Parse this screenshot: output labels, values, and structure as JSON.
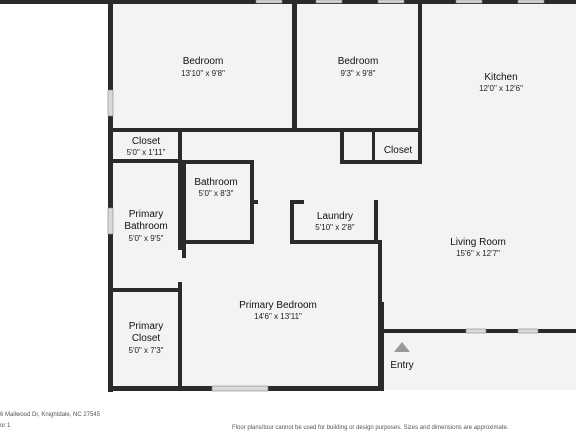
{
  "rooms": {
    "bedroom_1": {
      "name": "Bedroom",
      "dims": "13'10\" x 9'8\""
    },
    "bedroom_2": {
      "name": "Bedroom",
      "dims": "9'3\" x 9'8\""
    },
    "kitchen": {
      "name": "Kitchen",
      "dims": "12'0\" x 12'6\""
    },
    "closet_1": {
      "name": "Closet",
      "dims": "5'0\" x 1'11\""
    },
    "closet_2": {
      "name": "Closet",
      "dims": ""
    },
    "bathroom": {
      "name": "Bathroom",
      "dims": "5'0\" x 8'3\""
    },
    "primary_bathroom": {
      "name_line1": "Primary",
      "name_line2": "Bathroom",
      "dims": "5'0\" x 9'5\""
    },
    "laundry": {
      "name": "Laundry",
      "dims": "5'10\" x 2'8\""
    },
    "living_room": {
      "name": "Living Room",
      "dims": "15'6\" x 12'7\""
    },
    "primary_bedroom": {
      "name": "Primary Bedroom",
      "dims": "14'6\" x 13'11\""
    },
    "primary_closet": {
      "name_line1": "Primary",
      "name_line2": "Closet",
      "dims": "5'0\" x 7'3\""
    }
  },
  "entry_label": "Entry",
  "footer": {
    "address": "6 Mailwood Dr, Knightdale, NC 27545",
    "floor": "or 1",
    "disclaimer": "Floor plans/tour cannot be used for building or design purposes. Sizes and dimensions are approximate."
  },
  "colors": {
    "wall": "#2a2a2a",
    "floor": "#f3f3f3",
    "window": "#d9d9d9"
  }
}
